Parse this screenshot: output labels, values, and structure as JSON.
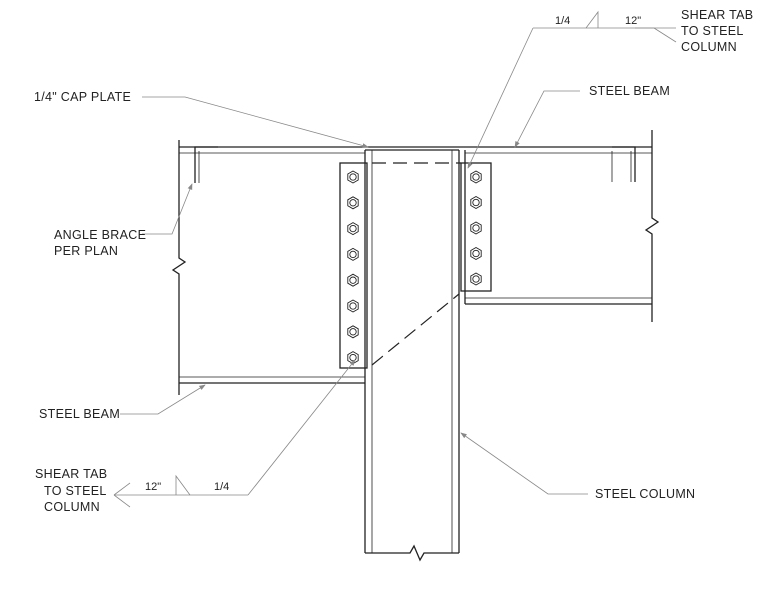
{
  "labels": {
    "shear_tab_top_line1": "SHEAR TAB",
    "shear_tab_top_line2": "TO STEEL",
    "shear_tab_top_line3": "COLUMN",
    "weld_top_size": "1/4",
    "weld_top_length": "12\"",
    "cap_plate": "1/4\" CAP PLATE",
    "steel_beam_right": "STEEL BEAM",
    "angle_brace_line1": "ANGLE BRACE",
    "angle_brace_line2": "PER PLAN",
    "steel_beam_left": "STEEL BEAM",
    "shear_tab_bottom_line1": "SHEAR TAB",
    "shear_tab_bottom_line2": "TO STEEL",
    "shear_tab_bottom_line3": "COLUMN",
    "weld_bottom_length": "12\"",
    "weld_bottom_size": "1/4",
    "steel_column": "STEEL COLUMN"
  },
  "bolts": {
    "left_tab_count": 8,
    "right_tab_count": 5
  }
}
